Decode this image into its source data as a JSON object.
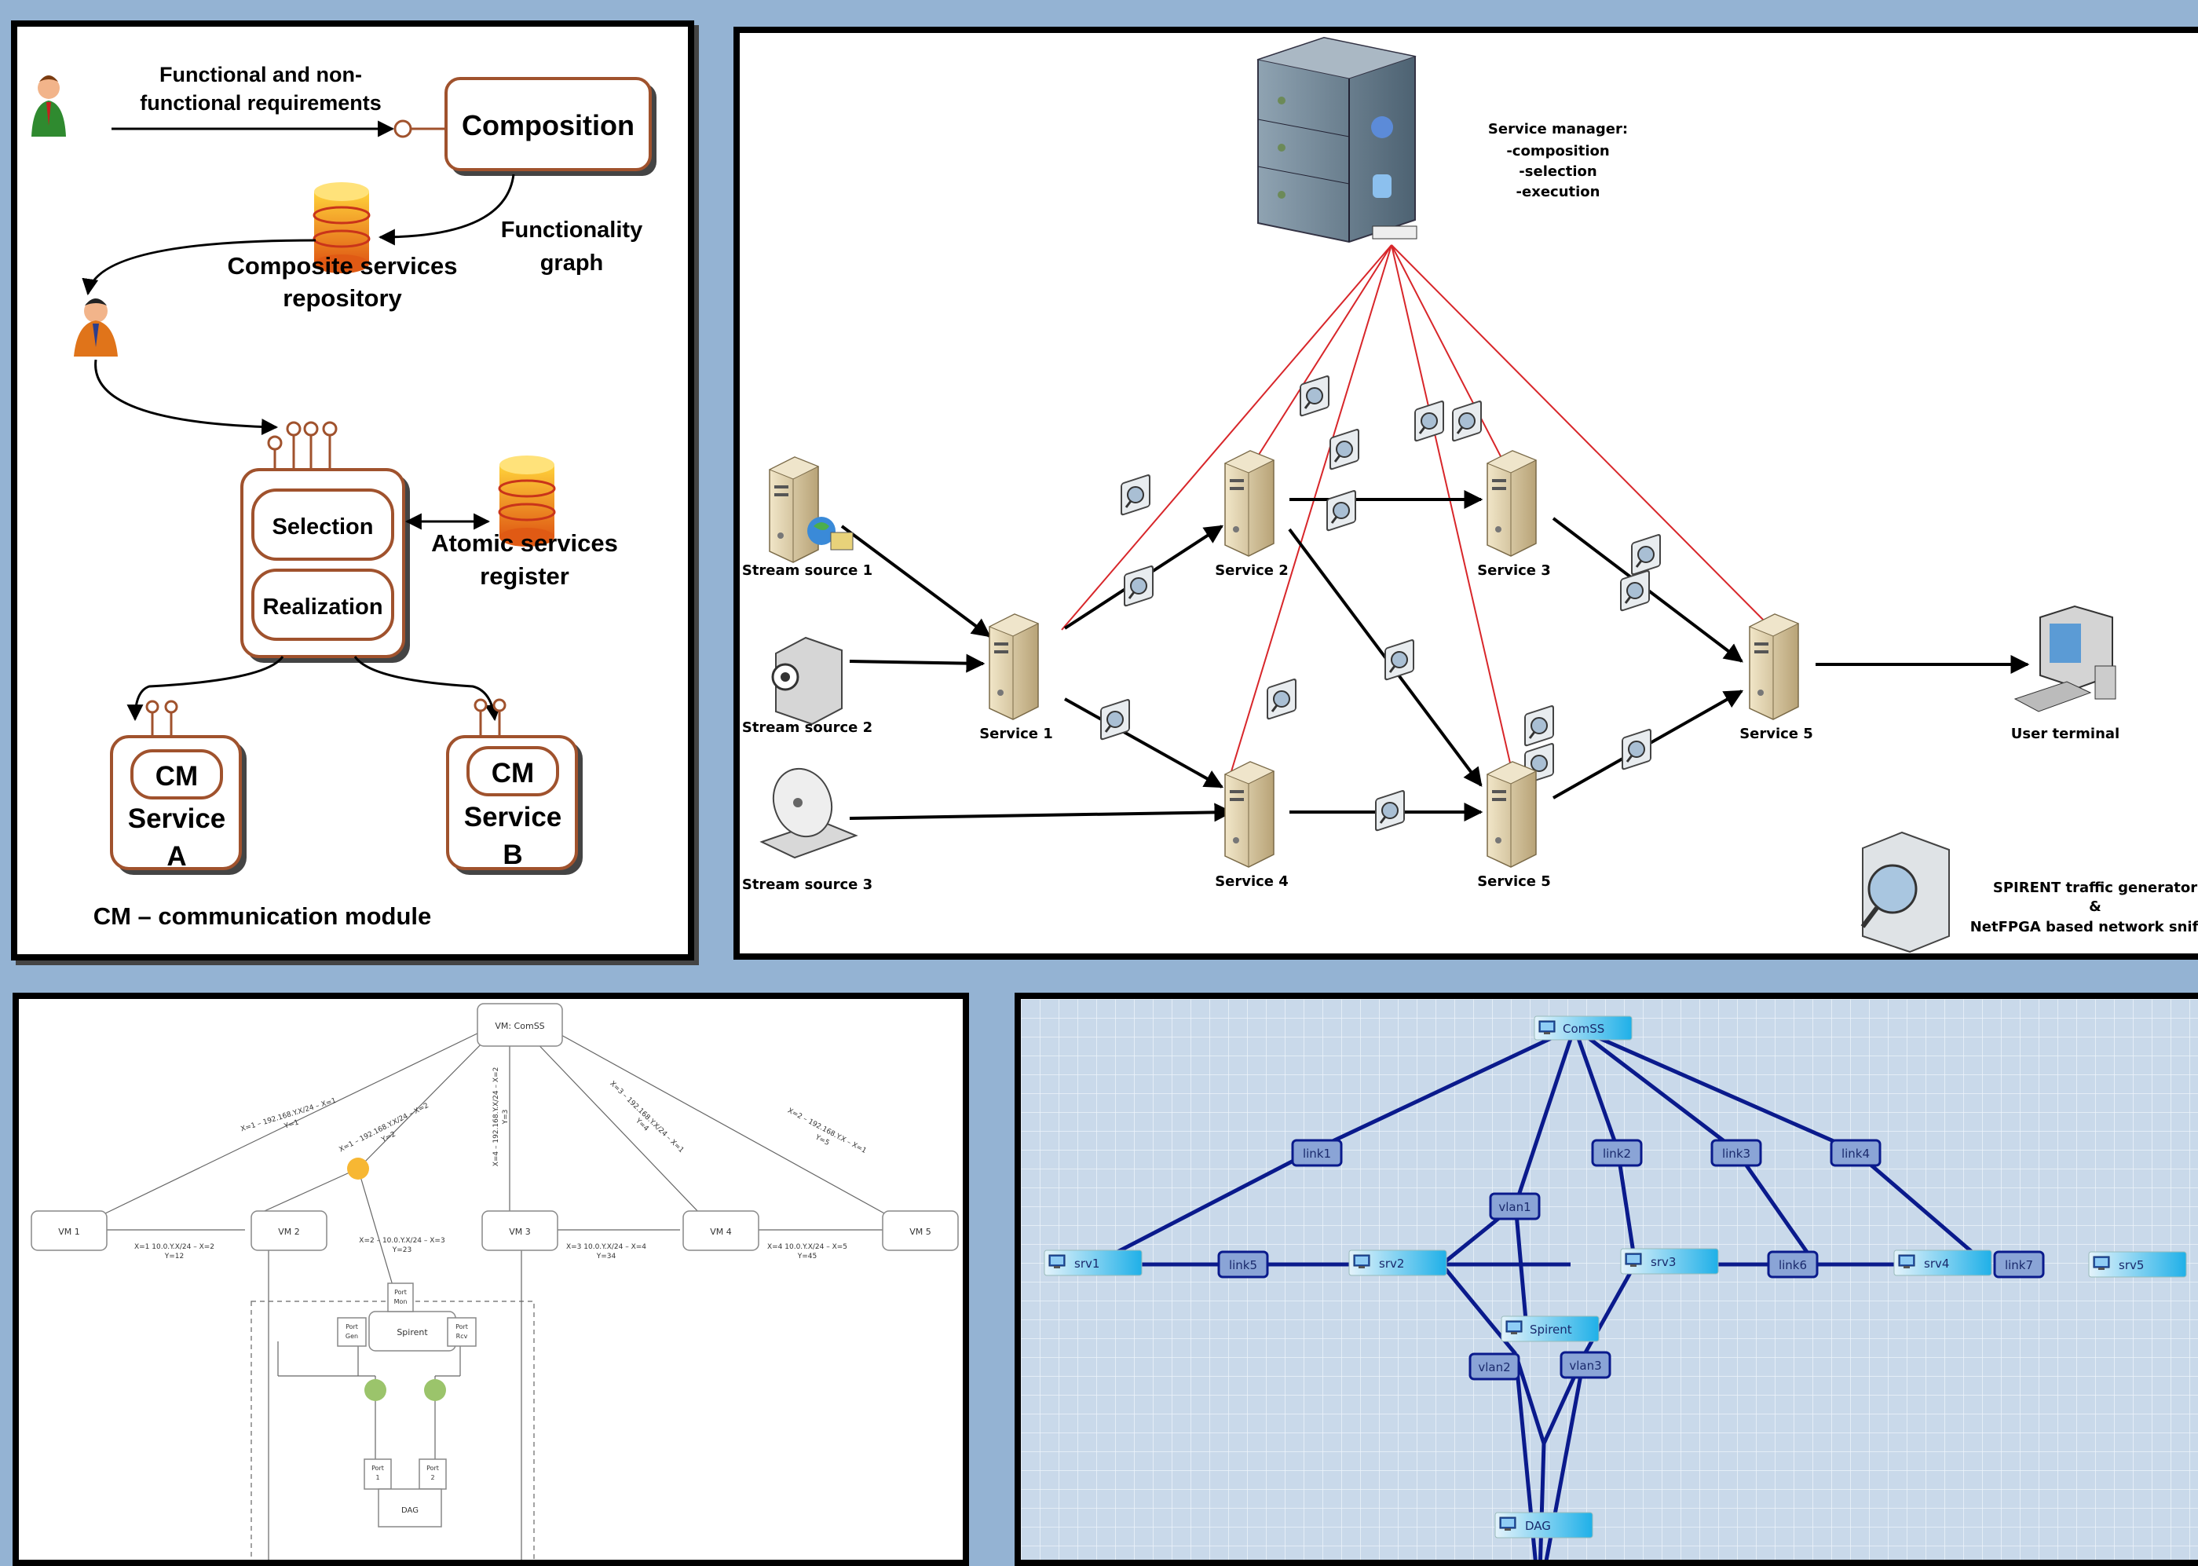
{
  "panel1": {
    "requirements_line1": "Functional and non-",
    "requirements_line2": "functional requirements",
    "composition": "Composition",
    "functionality_graph_line1": "Functionality",
    "functionality_graph_line2": "graph",
    "composite_repo_line1": "Composite services",
    "composite_repo_line2": "repository",
    "selection": "Selection",
    "realization": "Realization",
    "atomic_register_line1": "Atomic services",
    "atomic_register_line2": "register",
    "cm_a": [
      "CM",
      "Service",
      "A"
    ],
    "cm_b": [
      "CM",
      "Service",
      "B"
    ],
    "footer": "CM – communication module",
    "colors": {
      "box_border": "#a0522d",
      "db_gold": "#f2b418",
      "db_red": "#d9531e"
    }
  },
  "panel2": {
    "service_manager": [
      "Service manager:",
      "-composition",
      "-selection",
      "-execution"
    ],
    "stream_source_1": "Stream source 1",
    "stream_source_2": "Stream source 2",
    "stream_source_3": "Stream source 3",
    "service_1": "Service 1",
    "service_2": "Service 2",
    "service_3": "Service 3",
    "service_4": "Service 4",
    "service_5a": "Service 5",
    "service_5b": "Service 5",
    "user_terminal": "User terminal",
    "legend": [
      "SPIRENT traffic generator",
      "&",
      "NetFPGA based network sniffer"
    ],
    "colors": {
      "control_link": "#d8262a",
      "data_link": "#000000",
      "server": "#d9c9a0"
    }
  },
  "panel3": {
    "vm_comss": "VM: ComSS",
    "vm1": "VM 1",
    "vm2": "VM 2",
    "vm3": "VM 3",
    "vm4": "VM 4",
    "vm5": "VM 5",
    "spirent": "Spirent",
    "port_mon": [
      "Port",
      "Mon"
    ],
    "port_gen": [
      "Port",
      "Gen"
    ],
    "port_rcv": [
      "Port",
      "Rcv"
    ],
    "port1": [
      "Port",
      "1"
    ],
    "port2": [
      "Port",
      "2"
    ],
    "dag": "DAG",
    "link_vm1": [
      "X=1 – 192.168.Y.X/24 – X=1",
      "Y=1"
    ],
    "link_vm2": [
      "X=1 – 192.168.Y.X/24 – X=2",
      "Y=2"
    ],
    "link_vm3": [
      "X=4 – 192.168.Y.X/24 – X=2",
      "Y=3"
    ],
    "link_vm4": [
      "X=3 – 192.168.Y.X/24 – X=1",
      "Y=4"
    ],
    "link_vm5": [
      "X=2 – 192.168.Y.X – X=1",
      "Y=5"
    ],
    "link_12": [
      "X=1   10.0.Y.X/24 – X=2",
      "Y=12"
    ],
    "link_2s": [
      "X=2 – 10.0.Y.X/24 – X=3",
      "Y=23"
    ],
    "link_34": [
      "X=3   10.0.Y.X/24 – X=4",
      "Y=34"
    ],
    "link_45": [
      "X=4   10.0.Y.X/24 – X=5",
      "Y=45"
    ]
  },
  "panel4": {
    "nodes": {
      "comss": "ComSS",
      "srv1": "srv1",
      "srv2": "srv2",
      "srv3": "srv3",
      "srv4": "srv4",
      "srv5": "srv5",
      "spirent": "Spirent",
      "dag": "DAG"
    },
    "links": {
      "link1": "link1",
      "link2": "link2",
      "link3": "link3",
      "link4": "link4",
      "link5": "link5",
      "link6": "link6",
      "link7": "link7",
      "vlan1": "vlan1",
      "vlan2": "vlan2",
      "vlan3": "vlan3"
    },
    "colors": {
      "edge": "#0a1a8c",
      "grid_bg": "#c9d9ea",
      "node_fill": "#3ab8e8"
    }
  }
}
